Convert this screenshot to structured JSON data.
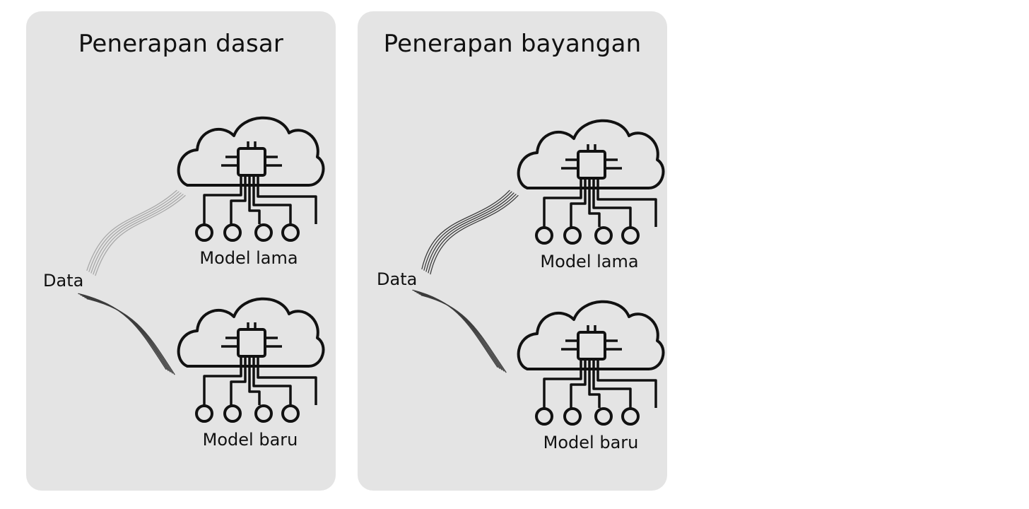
{
  "panels": [
    {
      "id": "panel-left",
      "title": "Penerapan dasar",
      "data_label": "Data",
      "models": [
        {
          "label": "Model lama",
          "connection": "faint"
        },
        {
          "label": "Model baru",
          "connection": "solid"
        }
      ]
    },
    {
      "id": "panel-right",
      "title": "Penerapan bayangan",
      "data_label": "Data",
      "models": [
        {
          "label": "Model lama",
          "connection": "solid"
        },
        {
          "label": "Model baru",
          "connection": "solid"
        }
      ]
    }
  ],
  "icons": {
    "model": "cloud-chip-icon"
  },
  "colors": {
    "panel_bg": "#e4e4e4",
    "ink": "#111111",
    "faint_line": "#a8a8a8",
    "solid_line": "#3c3c3c"
  }
}
